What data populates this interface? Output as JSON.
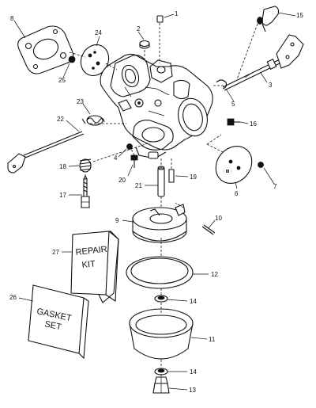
{
  "callouts": {
    "c1": "1",
    "c2": "2",
    "c3": "3",
    "c4": "4",
    "c5": "5",
    "c6": "6",
    "c7": "7",
    "c8": "8",
    "c9": "9",
    "c10": "10",
    "c11": "11",
    "c12": "12",
    "c13": "13",
    "c14a": "14",
    "c14b": "14",
    "c15": "15",
    "c16": "16",
    "c17": "17",
    "c18": "18",
    "c19": "19",
    "c20": "20",
    "c21": "21",
    "c22": "22",
    "c23": "23",
    "c24": "24",
    "c25": "25",
    "c26": "26",
    "c27": "27"
  },
  "repair_kit": {
    "line1": "REPAIR",
    "line2": "KIT"
  },
  "gasket_set": {
    "line1": "GASKET",
    "line2": "SET"
  }
}
